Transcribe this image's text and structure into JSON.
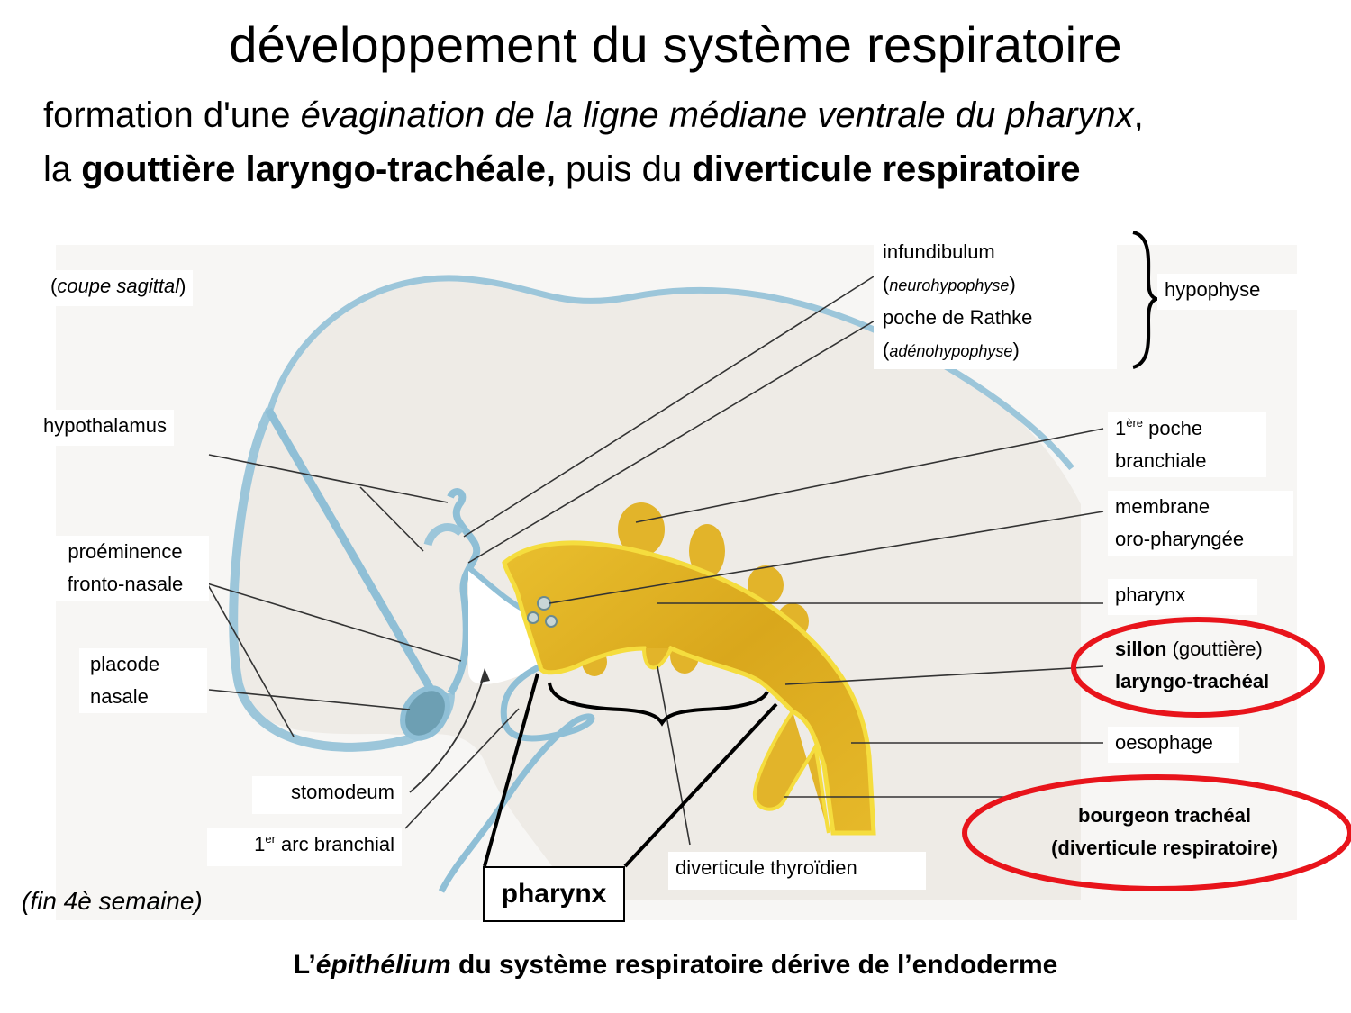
{
  "title": "développement du système respiratoire",
  "subtitle": {
    "line1": {
      "prefix": "formation d'une ",
      "italic": "évagination de la ligne médiane ventrale du pharynx",
      "suffix": ","
    },
    "line2": {
      "prefix": "la ",
      "bold1": "gouttière laryngo-trachéale,",
      "middle": " puis du ",
      "bold2": "diverticule respiratoire"
    }
  },
  "figure": {
    "section_note": {
      "open": "(",
      "italic": "coupe sagittal",
      "close": ")"
    },
    "stage_note": "(fin 4è semaine)",
    "labels": {
      "infundibulum": "infundibulum",
      "neurohypophyse": {
        "open": "(",
        "italic": "neurohypophyse",
        "close": ")"
      },
      "poche_rathke": "poche de Rathke",
      "adenohypophyse": {
        "open": "(",
        "italic": "adénohypophyse",
        "close": ")"
      },
      "hypophyse": "hypophyse",
      "hypothalamus": "hypothalamus",
      "poche_branchiale": {
        "num": "1",
        "sup": "ère",
        "line1_rest": " poche",
        "line2": "branchiale"
      },
      "membrane": {
        "line1": "membrane",
        "line2": "oro-pharyngée"
      },
      "pharynx_right": "pharynx",
      "sillon": {
        "bold": "sillon",
        "rest": " (gouttière)",
        "line2": "laryngo-trachéal"
      },
      "oesophage": "oesophage",
      "bourgeon": {
        "line1": "bourgeon trachéal",
        "line2": "(diverticule respiratoire)"
      },
      "proeminence": {
        "line1": "proéminence",
        "line2": "fronto-nasale"
      },
      "placode": {
        "line1": "placode",
        "line2": "nasale"
      },
      "stomodeum": "stomodeum",
      "arc_branchial": {
        "num": "1",
        "sup": "er",
        "rest": " arc branchial"
      },
      "pharynx_box": "pharynx",
      "diverticule_thyroidien": "diverticule thyroïdien"
    },
    "colors": {
      "tissue_bg": "#eeebe6",
      "ectoderm_blue": "#8fbfd6",
      "endoderm_yellow": "#e3b526",
      "endoderm_edge": "#f7e04a",
      "highlight_red": "#e8141b"
    }
  },
  "conclusion": {
    "prefix": "L’",
    "italic": "épithélium",
    "suffix": " du système respiratoire dérive de l’endoderme"
  }
}
